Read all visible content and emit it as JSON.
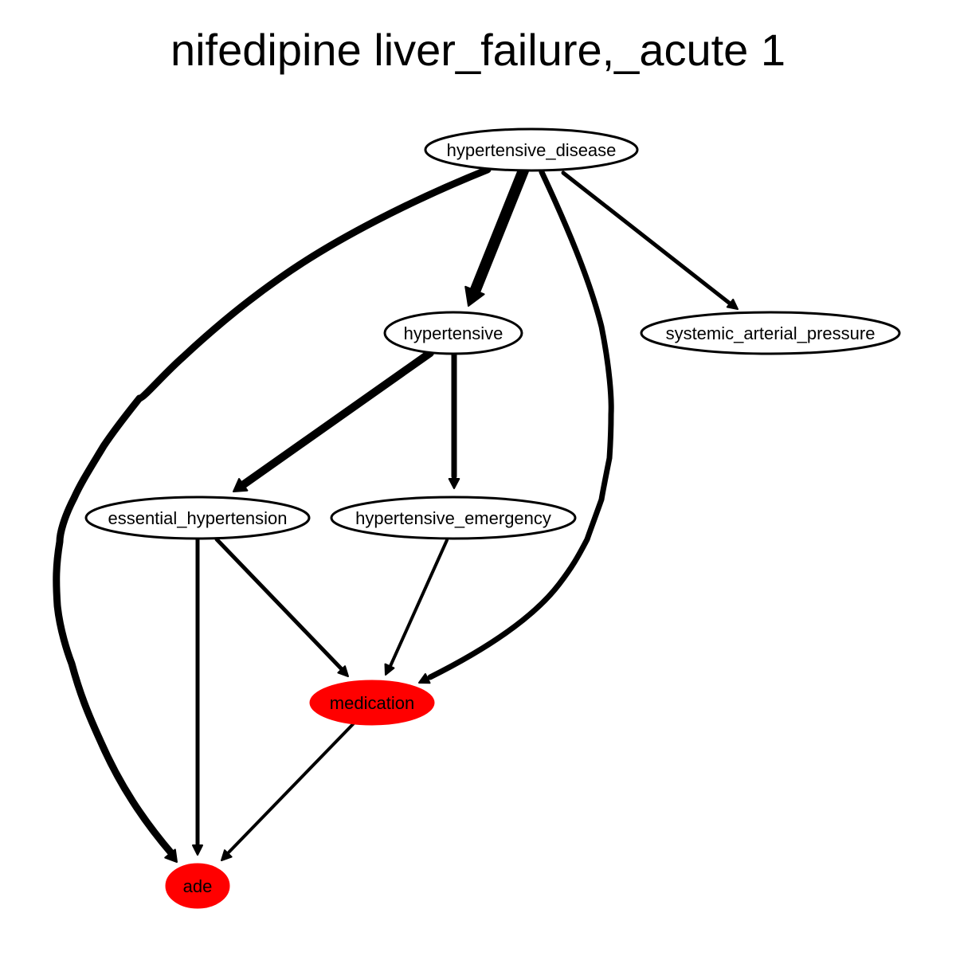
{
  "title": "nifedipine liver_failure,_acute 1",
  "colors": {
    "default_node_fill": "#ffffff",
    "highlight_node_fill": "#ff0000",
    "edge": "#000000"
  },
  "nodes": [
    {
      "id": "hypertensive_disease",
      "label": "hypertensive_disease",
      "highlight": false
    },
    {
      "id": "hypertensive",
      "label": "hypertensive",
      "highlight": false
    },
    {
      "id": "systemic_arterial_pressure",
      "label": "systemic_arterial_pressure",
      "highlight": false
    },
    {
      "id": "essential_hypertension",
      "label": "essential_hypertension",
      "highlight": false
    },
    {
      "id": "hypertensive_emergency",
      "label": "hypertensive_emergency",
      "highlight": false
    },
    {
      "id": "medication",
      "label": "medication",
      "highlight": true
    },
    {
      "id": "ade",
      "label": "ade",
      "highlight": true
    }
  ],
  "edges": [
    {
      "from": "hypertensive_disease",
      "to": "ade",
      "weight": 3
    },
    {
      "from": "hypertensive_disease",
      "to": "hypertensive",
      "weight": 5
    },
    {
      "from": "hypertensive_disease",
      "to": "medication",
      "weight": 2
    },
    {
      "from": "hypertensive_disease",
      "to": "systemic_arterial_pressure",
      "weight": 1
    },
    {
      "from": "hypertensive",
      "to": "essential_hypertension",
      "weight": 3
    },
    {
      "from": "hypertensive",
      "to": "hypertensive_emergency",
      "weight": 2
    },
    {
      "from": "essential_hypertension",
      "to": "ade",
      "weight": 1
    },
    {
      "from": "essential_hypertension",
      "to": "medication",
      "weight": 1
    },
    {
      "from": "hypertensive_emergency",
      "to": "medication",
      "weight": 1
    },
    {
      "from": "medication",
      "to": "ade",
      "weight": 1
    }
  ]
}
